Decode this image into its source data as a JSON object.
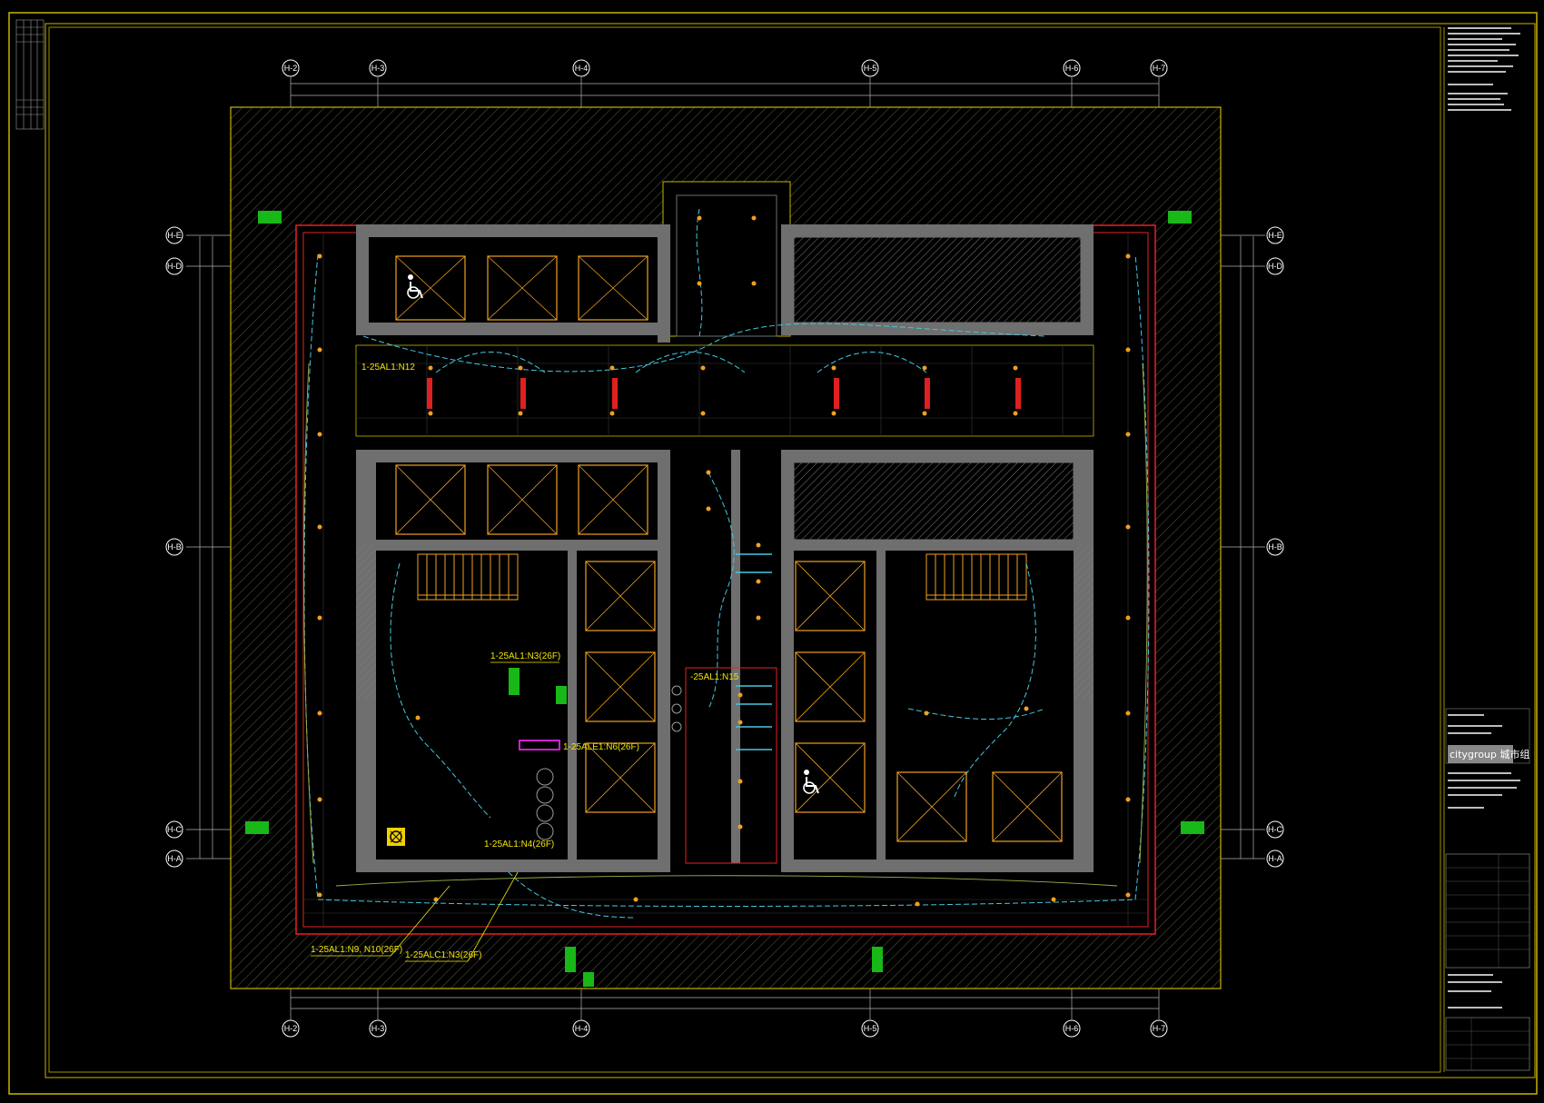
{
  "drawing": {
    "type": "cad-electrical-floor-plan",
    "background": "#000000",
    "colors": {
      "wall_fill": "#6f6f6f",
      "hatch": "#8a8a5a",
      "wire_cyan": "#44c7e0",
      "fixture_orange": "#f0a020",
      "text_yellow": "#f2e600",
      "red_line": "#e82020",
      "green_box": "#18b818",
      "grid_white": "#ffffff",
      "border_yellow": "#c8b400"
    }
  },
  "grid_axes": {
    "top": [
      "H-2",
      "H-3",
      "H-4",
      "H-5",
      "H-6",
      "H-7"
    ],
    "bottom": [
      "H-2",
      "H-3",
      "H-4",
      "H-5",
      "H-6",
      "H-7"
    ],
    "left": [
      "H-E",
      "H-D",
      "H-B",
      "H-C",
      "H-A"
    ],
    "right": [
      "H-E",
      "H-D",
      "H-B",
      "H-C",
      "H-A"
    ]
  },
  "circuit_labels": {
    "c1": "1-25AL1:N12",
    "c2": "1-25AL1:N3(26F)",
    "c3": "-25AL1:N15",
    "c4": "1-25ALE1:N6(26F)",
    "c5": "1-25AL1:N4(26F)",
    "c6": "1-25AL1:N9, N10(26F)",
    "c7": "1-25ALC1:N3(26F)"
  },
  "title_block": {
    "company_logo": "citygroup 城市组",
    "icons": [
      "accessible-icon",
      "exhaust-fan-icon"
    ]
  }
}
